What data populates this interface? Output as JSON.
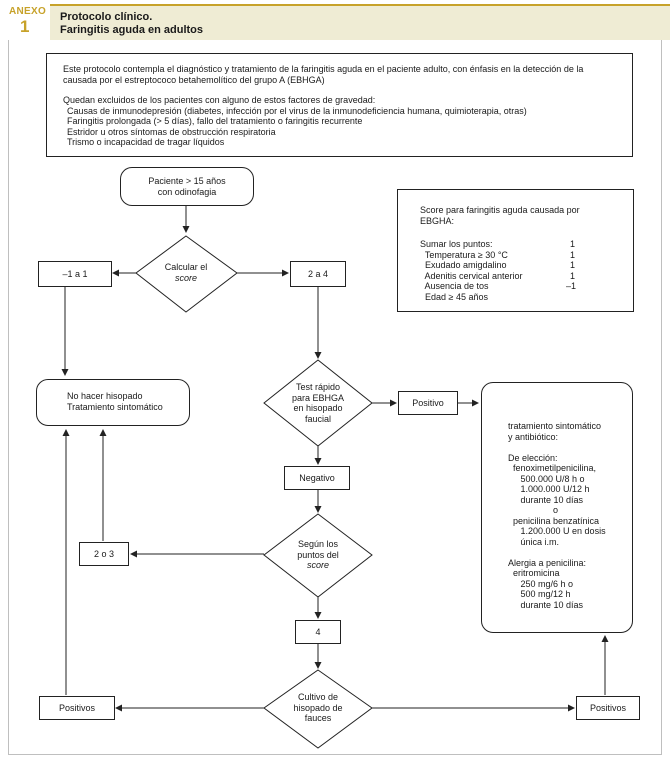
{
  "header": {
    "anexo": "ANEXO",
    "number": "1",
    "title": "Protocolo clínico.",
    "subtitle": "Faringitis aguda en adultos"
  },
  "intro": {
    "p1": "Este protocolo contempla el diagnóstico y tratamiento de la faringitis aguda en el paciente adulto, con énfasis en la detección de la causada por el estreptococo betahemolítico del grupo A (EBHGA)",
    "p2": "Quedan excluidos de los pacientes con alguno de estos factores de gravedad:",
    "items": [
      "Causas de inmunodepresión (diabetes, infección por el virus de la inmunodeficiencia humana, quimioterapia, otras)",
      "Faringitis prolongada (> 5 días), fallo del tratamiento o faringitis recurrente",
      "Estridor u otros síntomas de obstrucción respiratoria",
      "Trismo o incapacidad de tragar líquidos"
    ]
  },
  "score_box": {
    "title": "Score para faringitis aguda causada por EBGHA:",
    "rows": [
      {
        "label": "Sumar los puntos:",
        "value": "1"
      },
      {
        "label": "  Temperatura ≥ 30 °C",
        "value": "1"
      },
      {
        "label": "  Exudado amigdalino",
        "value": "1"
      },
      {
        "label": "  Adenitis cervical anterior",
        "value": "1"
      },
      {
        "label": "  Ausencia de tos",
        "value": "–1"
      },
      {
        "label": "  Edad ≥ 45 años",
        "value": ""
      }
    ]
  },
  "flow": {
    "patient": "Paciente > 15 años\ncon odinofagia",
    "calc_line1": "Calcular el",
    "calc_line2": "score",
    "low_range": "–1 a 1",
    "mid_range": "2 a 4",
    "no_hisopado": "No hacer hisopado\nTratamiento sintomático",
    "test_rapido": "Test rápido\npara EBHGA\nen hisopado\nfaucial",
    "positivo": "Positivo",
    "negativo": "Negativo",
    "segun_line1": "Según los",
    "segun_line2": "puntos del",
    "segun_line3": "score",
    "dos_tres": "2 o 3",
    "cuatro": "4",
    "cultivo": "Cultivo de\nhisopado de\nfauces",
    "positivos_left": "Positivos",
    "positivos_right": "Positivos"
  },
  "treatment": {
    "lines": [
      "tratamiento sintomático",
      "y antibiótico:",
      "",
      "De elección:",
      "  fenoximetilpenicilina,",
      "     500.000 U/8 h o",
      "     1.000.000 U/12 h",
      "     durante 10 días",
      "                  o",
      "  penicilina benzatínica",
      "     1.200.000 U en dosis",
      "     única i.m.",
      "",
      "Alergia a penicilina:",
      "  eritromicina",
      "     250 mg/6 h o",
      "     500 mg/12 h",
      "     durante 10 días"
    ]
  }
}
